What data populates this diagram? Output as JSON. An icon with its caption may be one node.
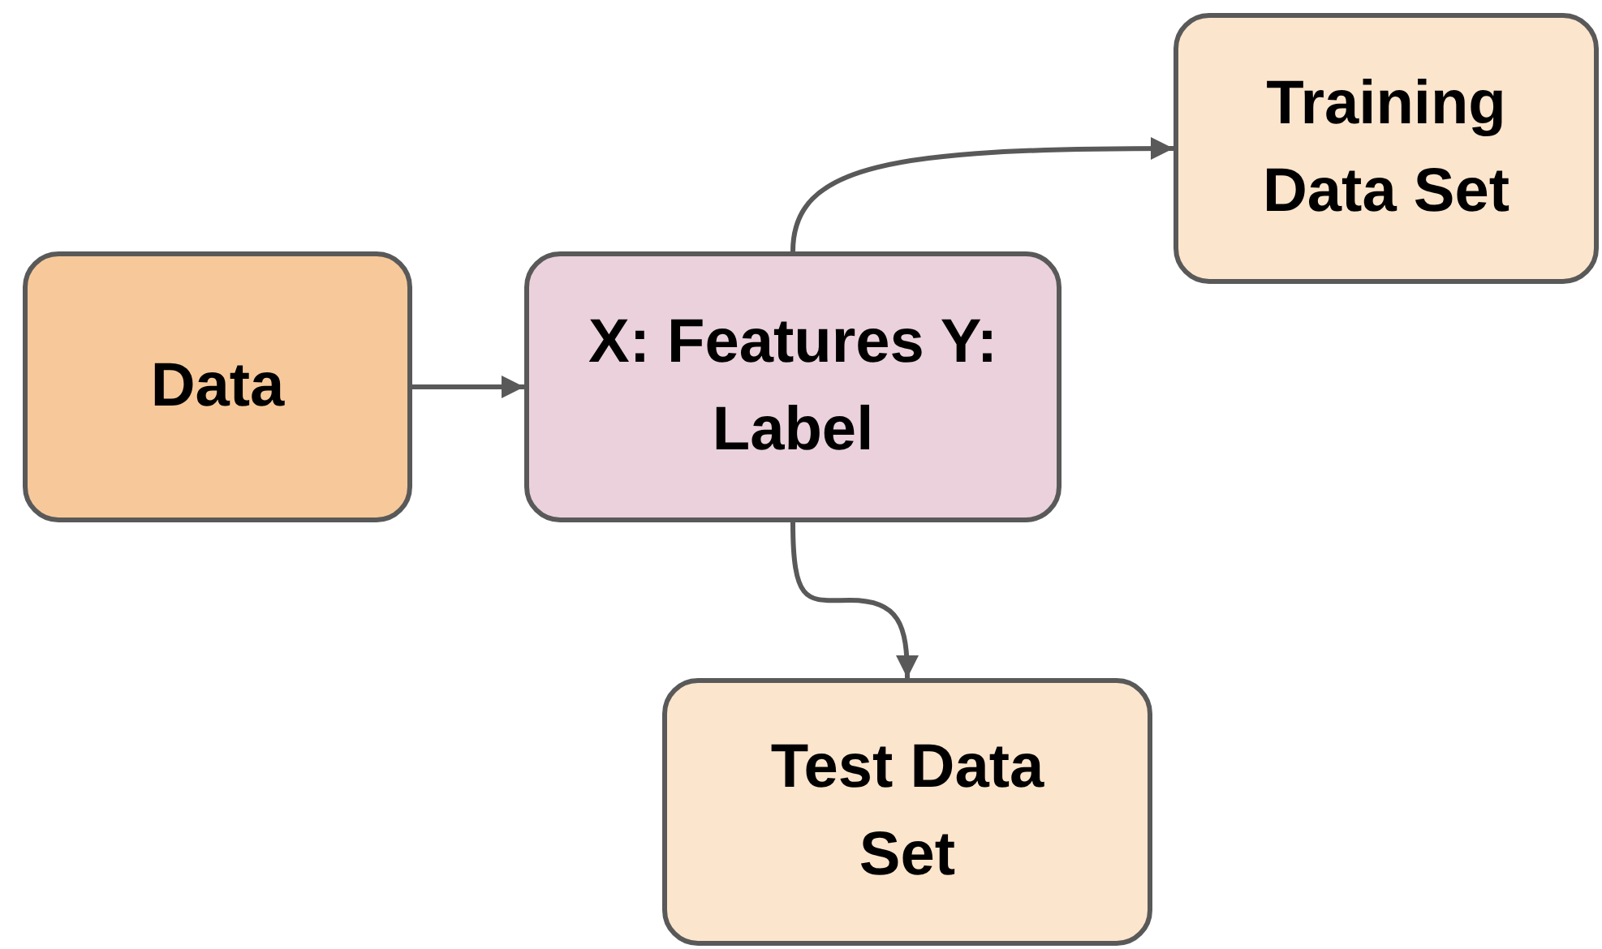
{
  "diagram": {
    "nodes": [
      {
        "text": [
          "Data"
        ]
      },
      {
        "text": [
          "X: Features Y: Label"
        ]
      },
      {
        "text": [
          "Training Data Set"
        ]
      },
      {
        "text": [
          "Test Data Set"
        ]
      }
    ],
    "edges": [
      {
        "from": 0,
        "to": 1,
        "arrow": "to"
      },
      {
        "from": 1,
        "to": 2,
        "arrow": "to"
      },
      {
        "from": 1,
        "to": 3,
        "arrow": "to"
      }
    ]
  }
}
